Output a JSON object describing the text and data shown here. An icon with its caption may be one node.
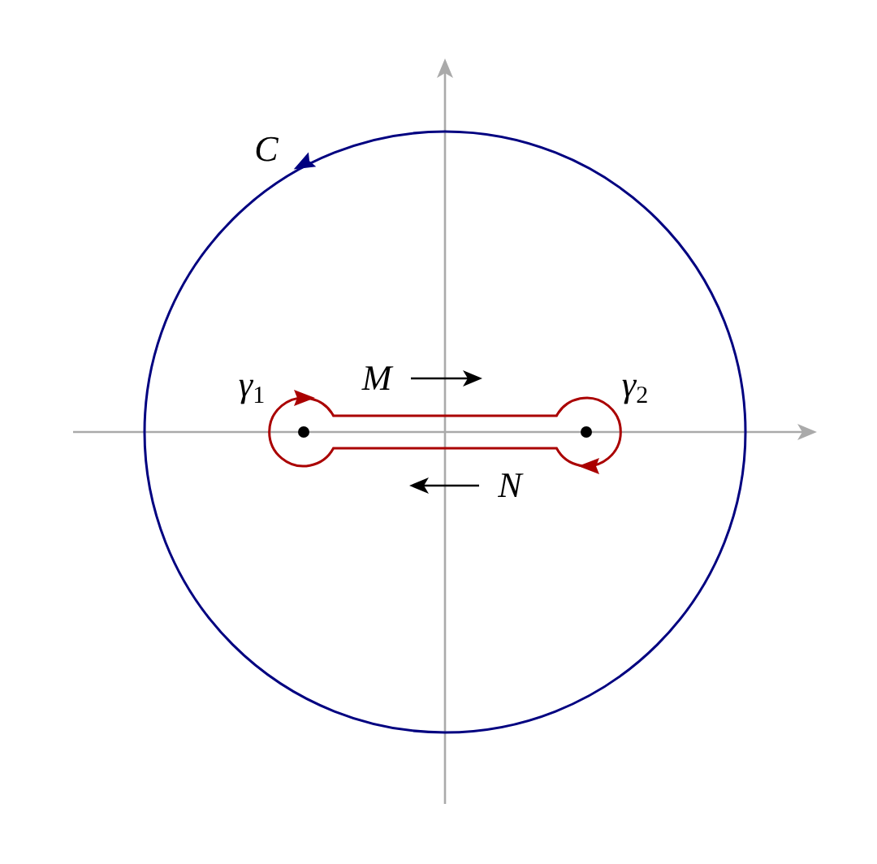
{
  "diagram": {
    "labels": [
      "C",
      "γ$_{1}$",
      "M",
      "γ$_{2}$",
      "N"
    ]
  }
}
